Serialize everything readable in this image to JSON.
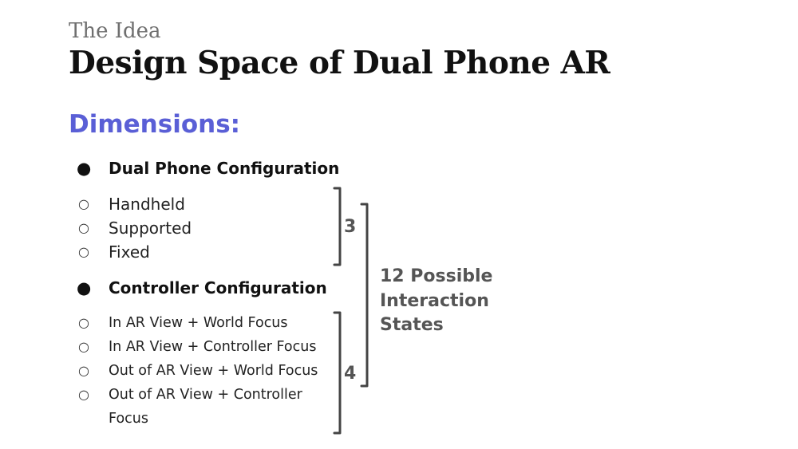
{
  "slide": {
    "eyebrow": "The Idea",
    "title": "Design Space of Dual Phone AR",
    "section_heading": "Dimensions:",
    "bullet_filled": "●",
    "bullet_hollow": "○",
    "groups": [
      {
        "label": "Dual Phone Configuration",
        "items": [
          "Handheld",
          "Supported",
          "Fixed"
        ],
        "count": "3"
      },
      {
        "label": "Controller Configuration",
        "items": [
          "In AR View + World Focus",
          "In AR View + Controller Focus",
          "Out of AR View + World Focus",
          "Out of AR View + Controller",
          "Focus"
        ],
        "count": "4"
      }
    ],
    "summary_lines": [
      "12 Possible",
      "Interaction",
      "States"
    ]
  }
}
